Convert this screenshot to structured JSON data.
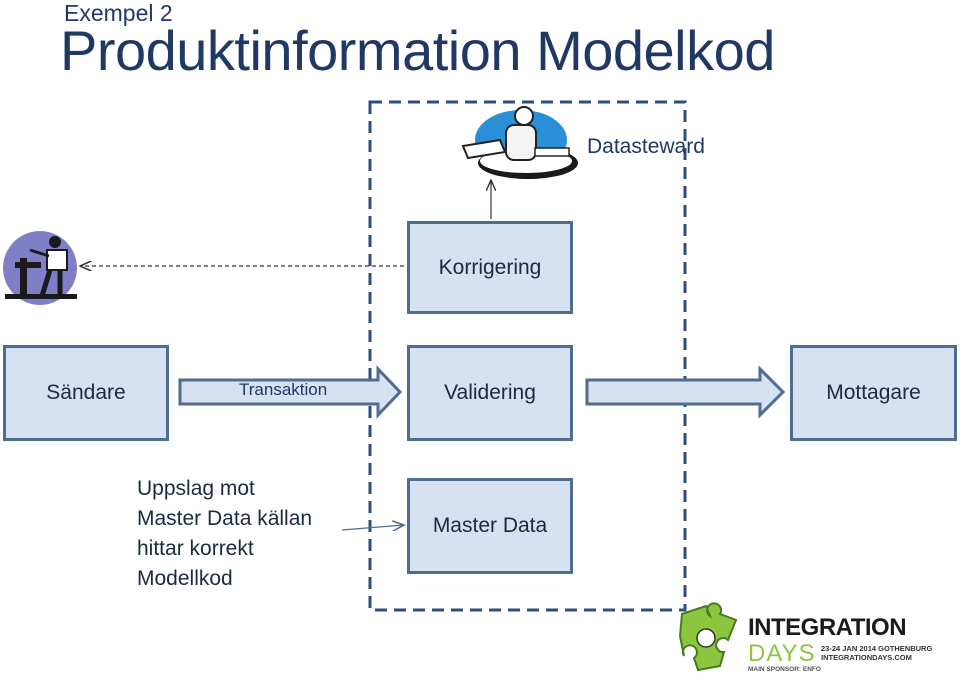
{
  "header": {
    "subtitle": "Exempel 2",
    "title": "Produktinformation Modelkod"
  },
  "diagram": {
    "steward_label": "Datasteward",
    "boxes": {
      "korrigering": "Korrigering",
      "sandare": "Sändare",
      "validering": "Validering",
      "mottagare": "Mottagare",
      "master_data": "Master Data"
    },
    "transaction_label": "Transaktion",
    "lookup_text": [
      "Uppslag mot",
      "Master Data källan",
      "hittar korrekt",
      "Modellkod"
    ],
    "colors": {
      "box_fill": "#d6e1f1",
      "box_border": "#4f6d8f",
      "dashed_border": "#2e4d7a",
      "text": "#1f3864"
    }
  },
  "logo": {
    "name": "INTEGRATION",
    "days": "DAYS",
    "dates": "23-24 JAN 2014 GOTHENBURG",
    "site": "INTEGRATIONDAYS.COM",
    "sponsor": "MAIN SPONSOR: ENFO"
  }
}
